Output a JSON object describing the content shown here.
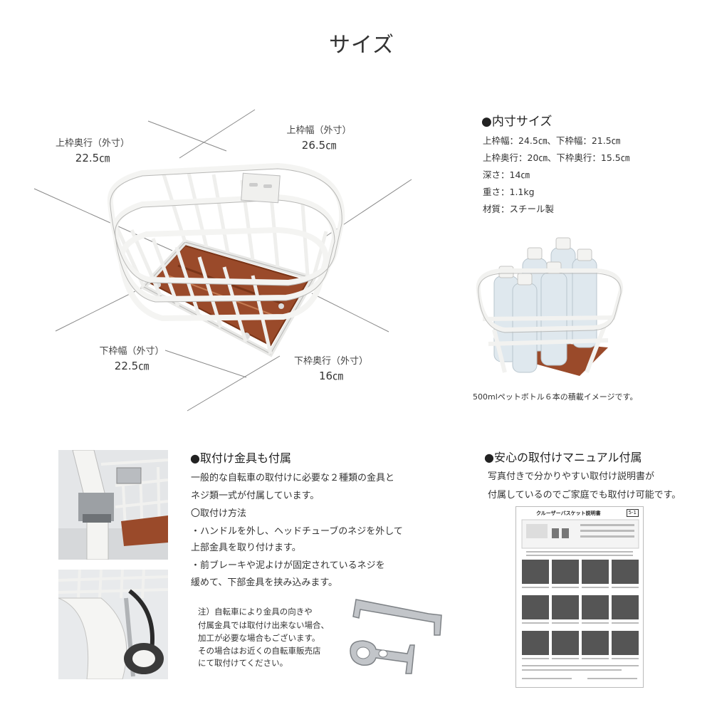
{
  "title": "サイズ",
  "dimensions": {
    "top_depth": {
      "label": "上枠奥行（外寸）",
      "value": "22.5㎝"
    },
    "top_width": {
      "label": "上枠幅（外寸）",
      "value": "26.5㎝"
    },
    "bottom_width": {
      "label": "下枠幅（外寸）",
      "value": "22.5㎝"
    },
    "bottom_depth": {
      "label": "下枠奥行（外寸）",
      "value": "16㎝"
    }
  },
  "inner_size": {
    "heading": "●内寸サイズ",
    "lines": [
      "上枠幅：24.5㎝、下枠幅：21.5㎝",
      "上枠奥行：20㎝、下枠奥行：15.5㎝",
      "深さ：14㎝",
      "重さ：1.1kg",
      "材質：スチール製"
    ]
  },
  "bottle_caption": "500mlペットボトル６本の積載イメージです。",
  "fittings": {
    "heading": "●取付け金具も付属",
    "lines": [
      "一般的な自転車の取付けに必要な２種類の金具と",
      "ネジ類一式が付属しています。",
      "〇取付け方法",
      "・ハンドルを外し、ヘッドチューブのネジを外して",
      "上部金具を取り付けます。",
      "・前ブレーキや泥よけが固定されているネジを",
      "緩めて、下部金具を挟み込みます。"
    ],
    "note": [
      "注）自転車により金具の向きや",
      "付属金具では取付け出来ない場合、",
      "加工が必要な場合もございます。",
      "その場合はお近くの自転車販売店",
      "にて取付けてください。"
    ]
  },
  "manual": {
    "heading": "●安心の取付けマニュアル付属",
    "lines": [
      "写真付きで分かりやすい取付け説明書が",
      "付属しているのでご家庭でも取付け可能です。"
    ],
    "doc_title": "クルーザーバスケット説明書",
    "doc_badge": "5-1"
  },
  "colors": {
    "basket_white": "#f2f2f0",
    "wire_shadow": "#b8b8b6",
    "wood": "#9a4a2a",
    "bracket_metal": "#b9bcc0"
  }
}
